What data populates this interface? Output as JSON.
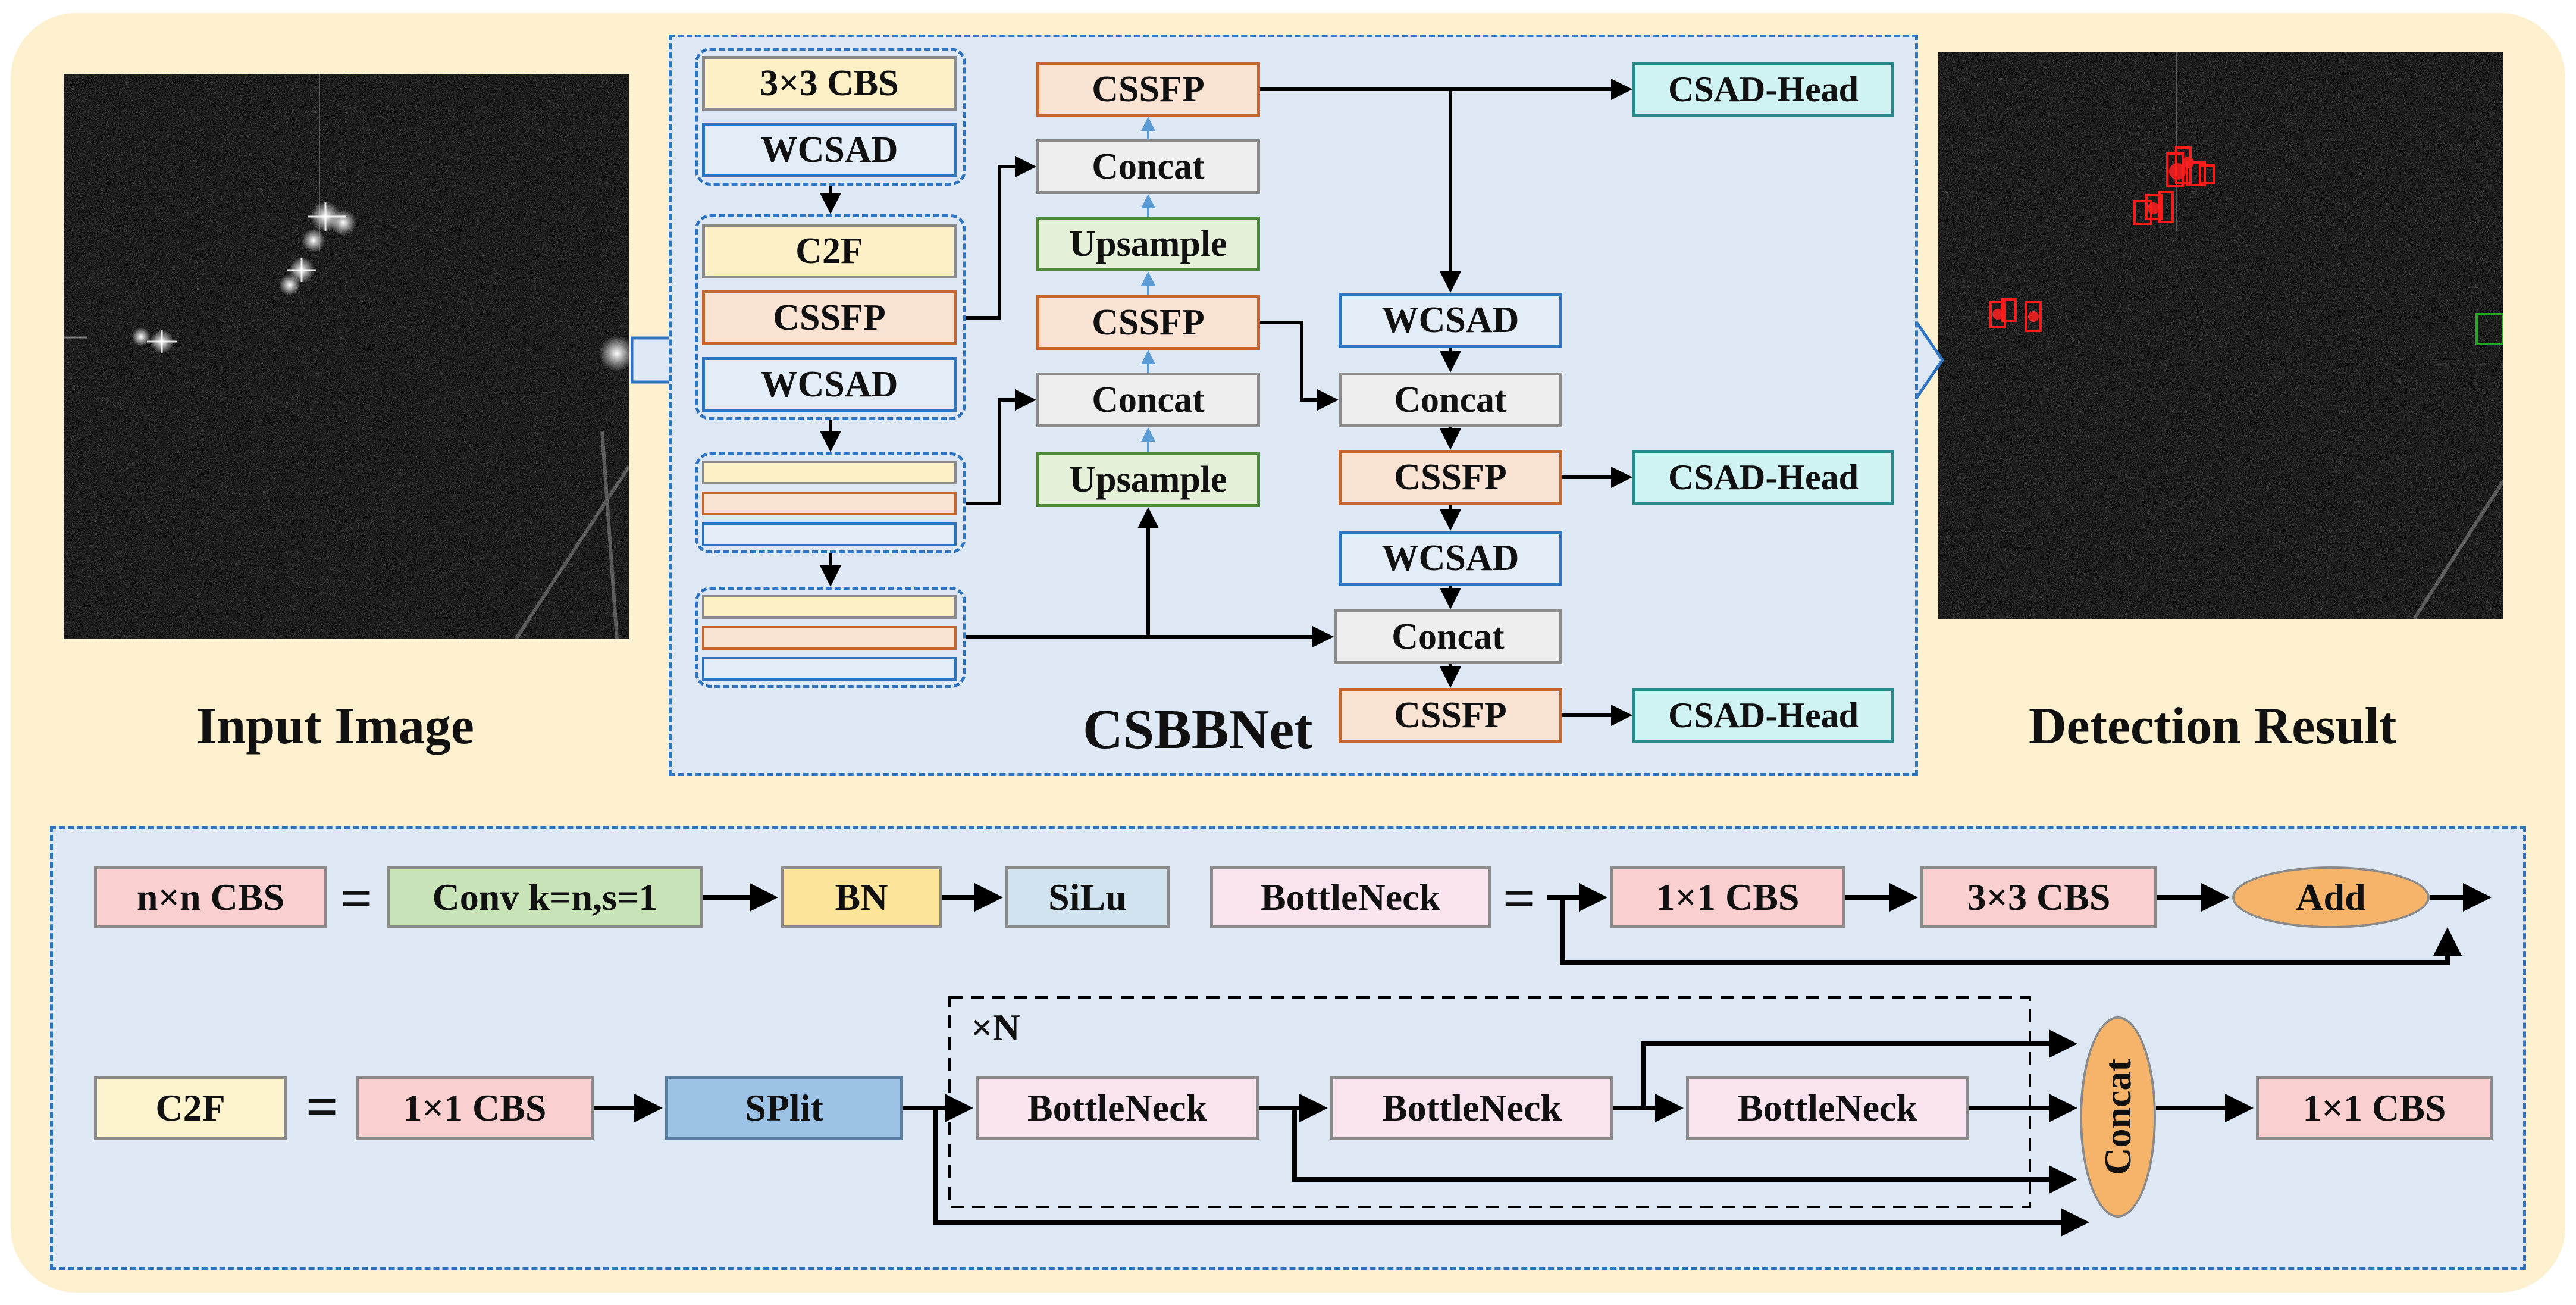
{
  "input_image": {
    "caption": "Input Image"
  },
  "detection": {
    "caption": "Detection Result"
  },
  "network": {
    "title": "CSBBNet",
    "backbone": {
      "group1": [
        "3×3 CBS",
        "WCSAD"
      ],
      "group2": [
        "C2F",
        "CSSFP",
        "WCSAD"
      ]
    },
    "upper_path": {
      "cssfp_top": "CSSFP",
      "concat_1": "Concat",
      "upsample_1": "Upsample",
      "cssfp_mid": "CSSFP",
      "concat_2": "Concat",
      "upsample_2": "Upsample"
    },
    "lower_path": {
      "wcsad_1": "WCSAD",
      "concat_a": "Concat",
      "cssfp_a": "CSSFP",
      "wcsad_2": "WCSAD",
      "concat_b": "Concat",
      "cssfp_b": "CSSFP"
    },
    "heads": [
      "CSAD-Head",
      "CSAD-Head",
      "CSAD-Head"
    ]
  },
  "legend": {
    "cbs": {
      "name": "n×n CBS",
      "eq": "=",
      "conv": "Conv k=n,s=1",
      "bn": "BN",
      "act": "SiLu"
    },
    "bottleneck": {
      "name": "BottleNeck",
      "eq": "=",
      "cbs1": "1×1 CBS",
      "cbs3": "3×3 CBS",
      "add": "Add"
    },
    "c2f": {
      "name": "C2F",
      "eq": "=",
      "cbs_in": "1×1 CBS",
      "split": "SPlit",
      "repeat": "×N",
      "bn1": "BottleNeck",
      "bn2": "BottleNeck",
      "bn3": "BottleNeck",
      "concat": "Concat",
      "cbs_out": "1×1 CBS"
    }
  },
  "colors": {
    "frame_bg": "#fdf0cf",
    "panel_bg": "#dde8f4",
    "panel_border": "#2f74c0",
    "detection_red": "#ff1a1a",
    "detection_green": "#22aa22"
  }
}
